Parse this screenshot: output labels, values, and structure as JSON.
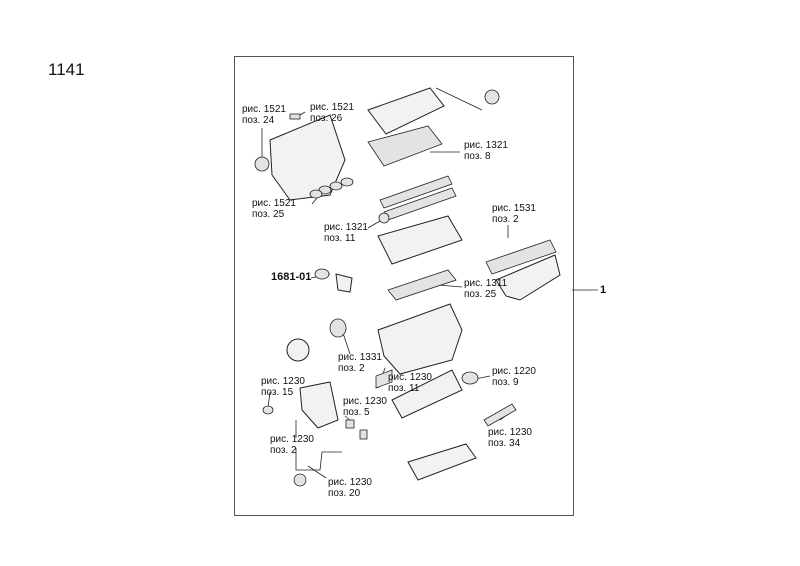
{
  "page_number": "1141",
  "assembly_callout": "1",
  "callouts": [
    {
      "ref": "рис. 1521",
      "pos": "поз. 24"
    },
    {
      "ref": "рис. 1521",
      "pos": "поз. 26"
    },
    {
      "ref": "рис. 1321",
      "pos": "поз. 8"
    },
    {
      "ref": "рис. 1521",
      "pos": "поз. 25"
    },
    {
      "ref": "рис. 1531",
      "pos": "поз. 2"
    },
    {
      "ref": "рис. 1321",
      "pos": "поз. 11"
    },
    {
      "ref": "1681-01",
      "pos": ""
    },
    {
      "ref": "рис. 1311",
      "pos": "поз. 25"
    },
    {
      "ref": "рис. 1331",
      "pos": "поз. 2"
    },
    {
      "ref": "рис. 1230",
      "pos": "поз. 15"
    },
    {
      "ref": "рис. 1230",
      "pos": "поз. 11"
    },
    {
      "ref": "рис. 1220",
      "pos": "поз. 9"
    },
    {
      "ref": "рис. 1230",
      "pos": "поз. 5"
    },
    {
      "ref": "рис. 1230",
      "pos": "поз. 2"
    },
    {
      "ref": "рис. 1230",
      "pos": "поз. 34"
    },
    {
      "ref": "рис. 1230",
      "pos": "поз. 20"
    }
  ]
}
